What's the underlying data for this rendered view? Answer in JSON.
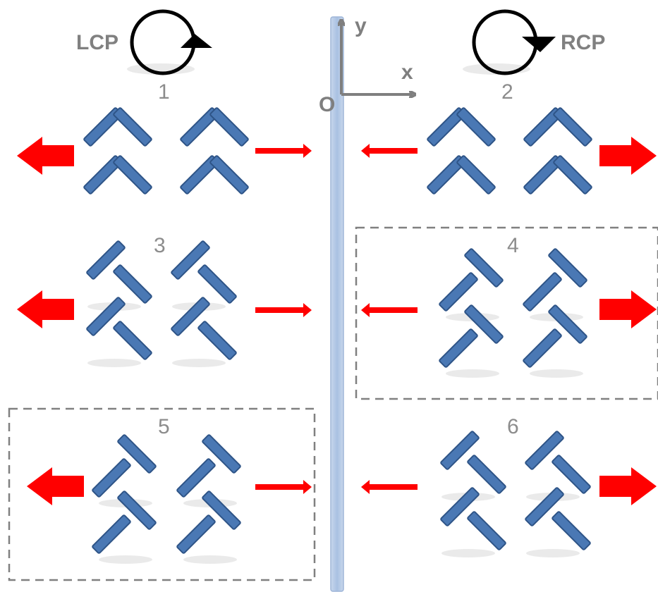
{
  "labels": {
    "lcp": "LCP",
    "rcp": "RCP",
    "axis_y": "y",
    "axis_x": "x",
    "origin": "O"
  },
  "panels": [
    {
      "number": "1",
      "pattern": "chevron",
      "boxed": false,
      "strong_arrow": "left"
    },
    {
      "number": "2",
      "pattern": "chevron",
      "boxed": false,
      "strong_arrow": "right"
    },
    {
      "number": "3",
      "pattern": "split-chevron",
      "boxed": false,
      "strong_arrow": "left"
    },
    {
      "number": "4",
      "pattern": "split-T",
      "boxed": true,
      "strong_arrow": "right"
    },
    {
      "number": "5",
      "pattern": "split-T",
      "boxed": true,
      "strong_arrow": "left"
    },
    {
      "number": "6",
      "pattern": "split-chevron",
      "boxed": false,
      "strong_arrow": "right"
    }
  ],
  "colors": {
    "bar": "#4a78b4",
    "bar_stroke": "#2e5487",
    "arrow": "#ff0000",
    "interface": "#b7cbe6",
    "text": "#8c8c8c"
  }
}
